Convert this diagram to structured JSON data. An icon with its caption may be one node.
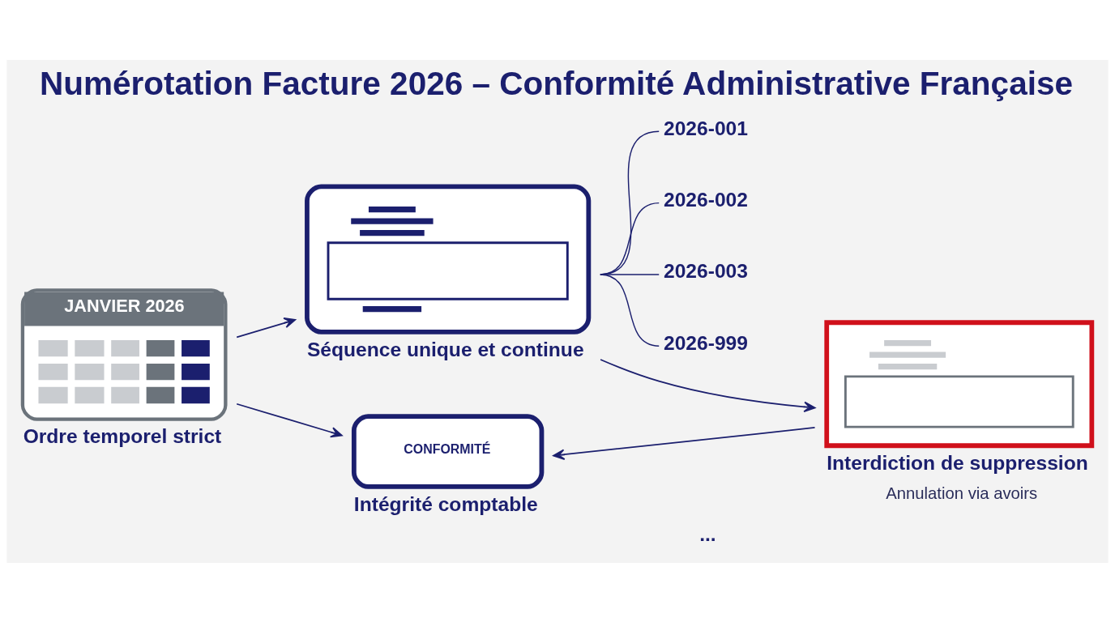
{
  "diagram": {
    "title": "Numérotation Facture 2026 – Conformité Administrative Française",
    "nodes": [
      {
        "text": [
          "JANVIER 2026",
          "Ordre temporel strict"
        ]
      },
      {
        "text": [
          "Séquence unique et continue"
        ]
      },
      {
        "text": [
          "2026-001"
        ]
      },
      {
        "text": [
          "2026-002"
        ]
      },
      {
        "text": [
          "2026-003"
        ]
      },
      {
        "text": [
          "2026-999"
        ]
      },
      {
        "text": [
          "Interdiction de suppression",
          "Annulation via avoirs"
        ]
      },
      {
        "text": [
          "CONFORMITÉ",
          "Intégrité comptable"
        ]
      }
    ],
    "edges": [
      {
        "from": 0,
        "to": 1,
        "arrow": "to"
      },
      {
        "from": 1,
        "to": 2,
        "arrow": "none"
      },
      {
        "from": 1,
        "to": 3,
        "arrow": "none"
      },
      {
        "from": 1,
        "to": 4,
        "arrow": "none"
      },
      {
        "from": 1,
        "to": 5,
        "arrow": "none"
      },
      {
        "from": 1,
        "to": 6,
        "arrow": "to"
      },
      {
        "from": 0,
        "to": 7,
        "arrow": "to"
      },
      {
        "from": 6,
        "to": 7,
        "arrow": "to"
      }
    ],
    "labels": [
      "..."
    ]
  }
}
